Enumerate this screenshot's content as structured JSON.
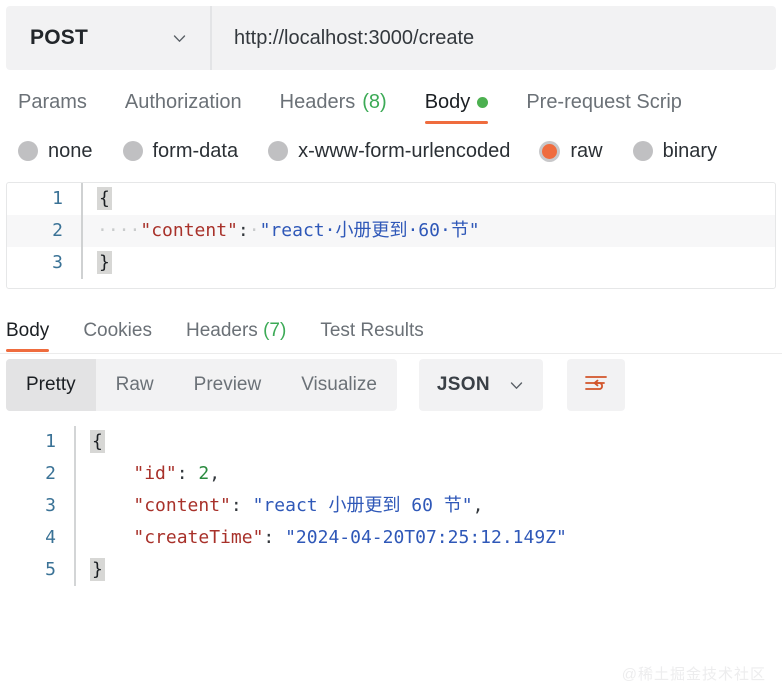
{
  "url_bar": {
    "method": "POST",
    "method_caret_icon": "chevron-down-icon",
    "url": "http://localhost:3000/create"
  },
  "request_tabs": [
    {
      "label": "Params",
      "active": false
    },
    {
      "label": "Authorization",
      "active": false
    },
    {
      "label": "Headers",
      "count": "(8)",
      "active": false
    },
    {
      "label": "Body",
      "active": true,
      "indicator": "green-dot"
    },
    {
      "label": "Pre-request Scrip",
      "active": false
    }
  ],
  "body_type_options": [
    {
      "label": "none",
      "selected": false
    },
    {
      "label": "form-data",
      "selected": false
    },
    {
      "label": "x-www-form-urlencoded",
      "selected": false
    },
    {
      "label": "raw",
      "selected": true
    },
    {
      "label": "binary",
      "selected": false
    }
  ],
  "request_body": {
    "lines": [
      {
        "number": "1",
        "tokens": [
          {
            "t": "brace",
            "v": "{"
          }
        ]
      },
      {
        "number": "2",
        "active": true,
        "tokens": [
          {
            "t": "dot",
            "v": "····"
          },
          {
            "t": "key",
            "v": "\"content\""
          },
          {
            "t": "punc",
            "v": ":"
          },
          {
            "t": "dot",
            "v": "·"
          },
          {
            "t": "str",
            "v": "\"react·小册更到·60·节\""
          }
        ]
      },
      {
        "number": "3",
        "tokens": [
          {
            "t": "brace",
            "v": "}"
          }
        ]
      }
    ]
  },
  "response_tabs": [
    {
      "label": "Body",
      "active": true
    },
    {
      "label": "Cookies",
      "active": false
    },
    {
      "label": "Headers",
      "count": "(7)",
      "active": false
    },
    {
      "label": "Test Results",
      "active": false
    }
  ],
  "response_toolbar": {
    "view_modes": [
      {
        "label": "Pretty",
        "active": true
      },
      {
        "label": "Raw",
        "active": false
      },
      {
        "label": "Preview",
        "active": false
      },
      {
        "label": "Visualize",
        "active": false
      }
    ],
    "format": "JSON",
    "format_caret_icon": "chevron-down-icon",
    "wrap_icon": "wrap-text-icon"
  },
  "response_body": {
    "lines": [
      {
        "number": "1",
        "tokens": [
          {
            "t": "brace",
            "v": "{"
          }
        ]
      },
      {
        "number": "2",
        "tokens": [
          {
            "t": "punc",
            "v": "    "
          },
          {
            "t": "key",
            "v": "\"id\""
          },
          {
            "t": "punc",
            "v": ": "
          },
          {
            "t": "num",
            "v": "2"
          },
          {
            "t": "punc",
            "v": ","
          }
        ]
      },
      {
        "number": "3",
        "tokens": [
          {
            "t": "punc",
            "v": "    "
          },
          {
            "t": "key",
            "v": "\"content\""
          },
          {
            "t": "punc",
            "v": ": "
          },
          {
            "t": "str",
            "v": "\"react 小册更到 60 节\""
          },
          {
            "t": "punc",
            "v": ","
          }
        ]
      },
      {
        "number": "4",
        "tokens": [
          {
            "t": "punc",
            "v": "    "
          },
          {
            "t": "key",
            "v": "\"createTime\""
          },
          {
            "t": "punc",
            "v": ": "
          },
          {
            "t": "str",
            "v": "\"2024-04-20T07:25:12.149Z\""
          }
        ]
      },
      {
        "number": "5",
        "tokens": [
          {
            "t": "brace",
            "v": "}"
          }
        ]
      }
    ]
  },
  "watermark": "@稀土掘金技术社区",
  "colors": {
    "accent_orange": "#ef6c3e",
    "indicator_green": "#4cb050",
    "count_green": "#3caa56",
    "key_red": "#a8312a",
    "string_blue": "#2f58b8",
    "number_green": "#2a8a3e",
    "gutter_blue": "#3a7296",
    "panel_gray": "#f2f2f3"
  }
}
